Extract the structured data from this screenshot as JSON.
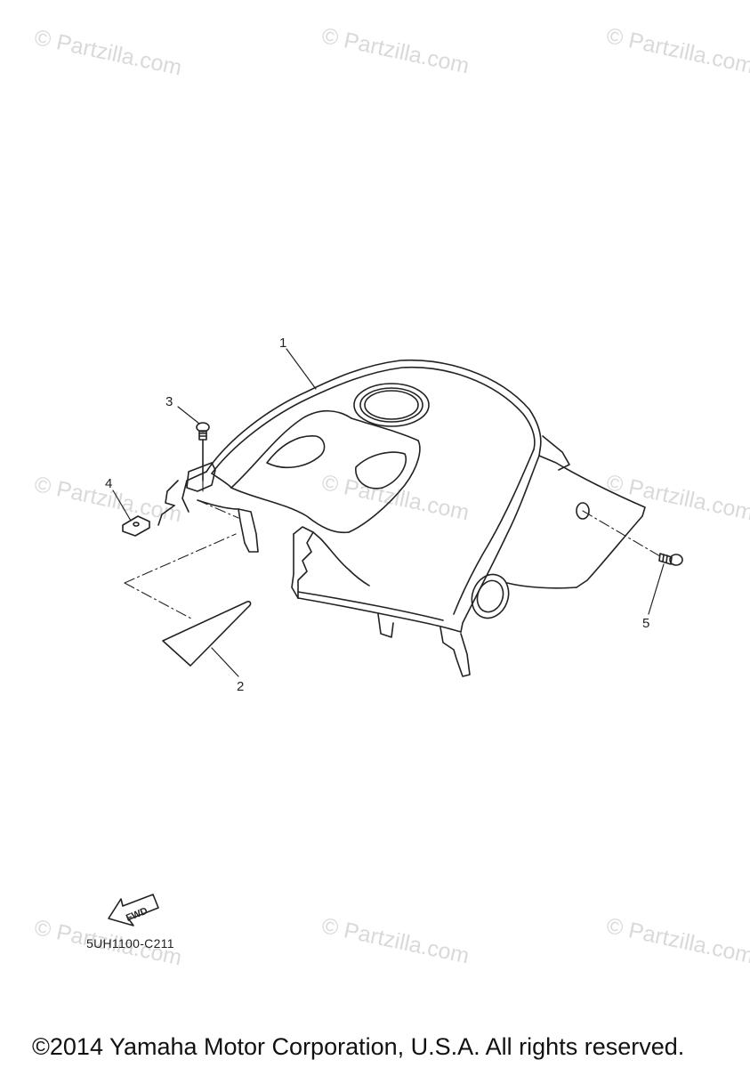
{
  "watermark": {
    "text": "© Partzilla.com"
  },
  "callouts": [
    "1",
    "2",
    "3",
    "4",
    "5"
  ],
  "fwd_label": "FWD",
  "diagram_code": "5UH1100-C211",
  "copyright": "©2014 Yamaha Motor Corporation, U.S.A. All rights reserved.",
  "colors": {
    "line": "#222222",
    "watermark": "#d9d9d9",
    "background": "#ffffff"
  }
}
